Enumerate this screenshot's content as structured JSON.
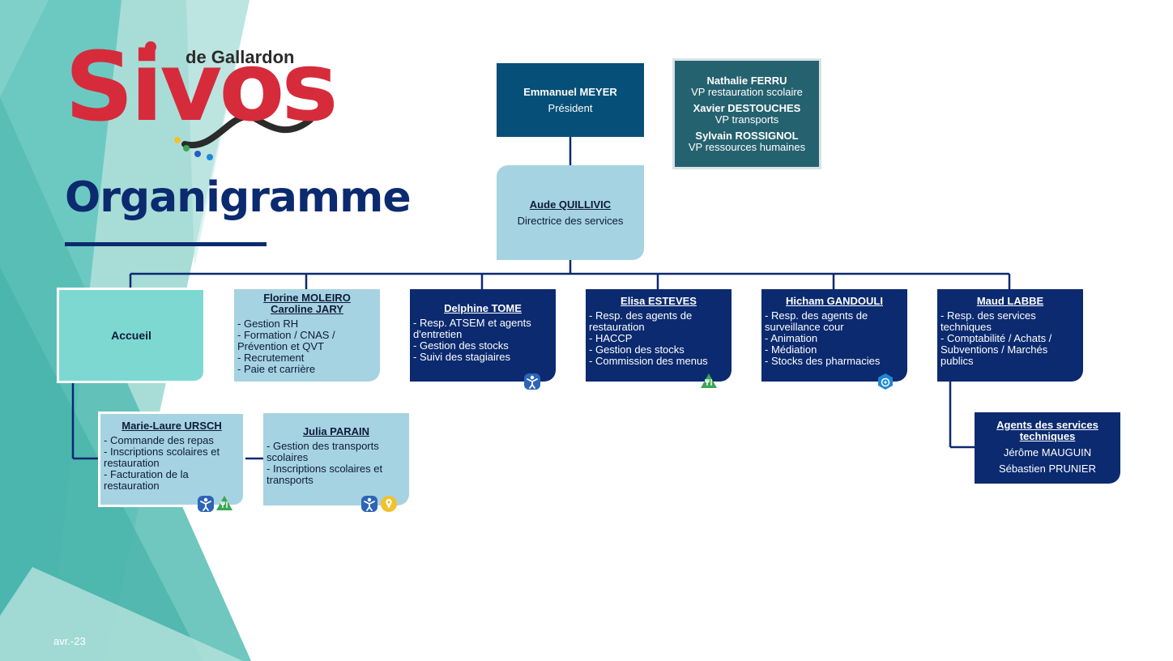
{
  "header": {
    "logo_main": "Sivos",
    "logo_sub": "de Gallardon",
    "page_title": "Organigramme",
    "date": "avr.-23"
  },
  "colors": {
    "navy": "#0b2a6f",
    "president_blue": "#064f78",
    "vp_teal": "#25626f",
    "light_blue": "#a6d3e1",
    "accueil_teal": "#7dd8d1",
    "logo_red": "#d62b3b"
  },
  "president": {
    "name": "Emmanuel MEYER",
    "role": "Président"
  },
  "vice_presidents": [
    {
      "name": "Nathalie FERRU",
      "role": "VP restauration scolaire"
    },
    {
      "name": "Xavier DESTOUCHES",
      "role": "VP transports"
    },
    {
      "name": "Sylvain ROSSIGNOL",
      "role": "VP ressources humaines"
    }
  ],
  "director": {
    "name": "Aude QUILLIVIC",
    "role": "Directrice des services"
  },
  "accueil": {
    "label": "Accueil"
  },
  "rh": {
    "names": [
      "Florine MOLEIRO",
      "Caroline JARY"
    ],
    "tasks": [
      "Gestion RH",
      "Formation / CNAS / Prévention et QVT",
      "Recrutement",
      "Paie et carrière"
    ]
  },
  "tome": {
    "name": "Delphine TOME",
    "tasks": [
      "Resp. ATSEM et agents d'entretien",
      "Gestion des stocks",
      "Suivi des stagiaires"
    ],
    "icon": "child-icon"
  },
  "esteves": {
    "name": "Elisa ESTEVES",
    "tasks": [
      "Resp. des agents de restauration",
      "HACCP",
      "Gestion des stocks",
      "Commission des menus"
    ],
    "icon": "restaurant-icon"
  },
  "gandouli": {
    "name": "Hicham GANDOULI",
    "tasks": [
      "Resp. des agents de surveillance cour",
      "Animation",
      "Médiation",
      "Stocks des pharmacies"
    ],
    "icon": "ball-icon"
  },
  "labbe": {
    "name": "Maud LABBE",
    "tasks": [
      "Resp. des services techniques",
      "Comptabilité / Achats / Subventions / Marchés publics"
    ]
  },
  "agents_tech": {
    "title": "Agents des services techniques",
    "names": [
      "Jérôme MAUGUIN",
      "Sébastien PRUNIER"
    ]
  },
  "ursch": {
    "name": "Marie-Laure URSCH",
    "tasks": [
      "Commande des repas",
      "Inscriptions scolaires et restauration",
      "Facturation de la restauration"
    ],
    "icons": [
      "child-icon",
      "restaurant-icon"
    ]
  },
  "parain": {
    "name": "Julia PARAIN",
    "tasks": [
      "Gestion des transports scolaires",
      "Inscriptions scolaires et transports"
    ],
    "icons": [
      "child-icon",
      "location-pin-icon"
    ]
  }
}
